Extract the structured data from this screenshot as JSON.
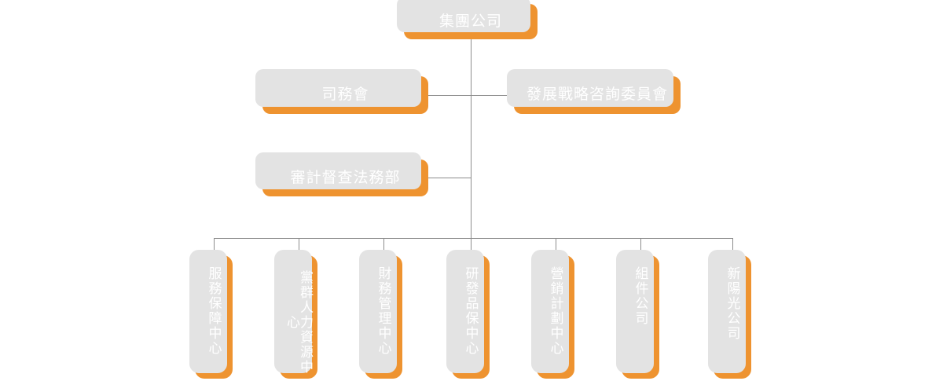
{
  "chart": {
    "type": "org-chart",
    "title": "",
    "colors": {
      "node_fill": "#ee9330",
      "node_text": "#ffffff",
      "shadow": "#e3e3e3",
      "connector_line": "#8c8c8c",
      "background": "#ffffff"
    },
    "root": {
      "label": "集團公司",
      "level": 0
    },
    "staff_nodes": [
      {
        "label": "司務會",
        "level": 1,
        "side": "left"
      },
      {
        "label": "發展戰略咨詢委員會",
        "level": 1,
        "side": "right"
      },
      {
        "label": "審計督查法務部",
        "level": 2,
        "side": "left"
      }
    ],
    "departments": [
      {
        "label": "服務保障中心",
        "index": 1
      },
      {
        "label": "黨群人力資源中心",
        "index": 2
      },
      {
        "label": "財務管理中心",
        "index": 3
      },
      {
        "label": "研發品保中心",
        "index": 4
      },
      {
        "label": "營銷計劃中心",
        "index": 5
      },
      {
        "label": "組件公司",
        "index": 6
      },
      {
        "label": "新陽光公司",
        "index": 7
      }
    ]
  }
}
